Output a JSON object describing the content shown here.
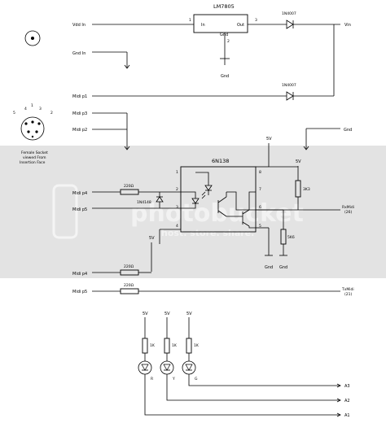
{
  "regulator": {
    "part": "LM7805",
    "pin_in": "In",
    "pin_out": "Out",
    "pin_gnd": "Gnd",
    "pin1": "1",
    "pin2": "2",
    "pin3": "3"
  },
  "power": {
    "vdd_in": "Vdd In",
    "gnd_in": "Gnd In",
    "gnd": "Gnd",
    "vin": "Vin"
  },
  "diodes": {
    "d1": "1N4007",
    "d2": "1N4007",
    "d3": "1N4148"
  },
  "midi_pins": {
    "p1": "Midi p1",
    "p2": "Midi p2",
    "p3": "Midi p3",
    "p4": "Midi p4",
    "p5": "Midi p5"
  },
  "socket": {
    "line1": "Female Socket",
    "line2": "viewed From",
    "line3": "Insertion Face",
    "pin_labels": [
      "5",
      "4",
      "3",
      "2",
      "1"
    ]
  },
  "optocoupler": {
    "part": "6N138",
    "pins": [
      "1",
      "2",
      "3",
      "4",
      "5",
      "6",
      "7",
      "8"
    ]
  },
  "resistors": {
    "r220a": "220Ω",
    "r220b": "220Ω",
    "r220c": "220Ω",
    "r3k3": "3K3",
    "r5k6": "5K6",
    "r1k_a": "1K",
    "r1k_b": "1K",
    "r1k_c": "1K"
  },
  "voltages": {
    "v5": "5V"
  },
  "signals": {
    "rx_line1": "RxMidi",
    "rx_line2": "(26)",
    "tx_line1": "TxMidi",
    "tx_line2": "(21)",
    "a3": "A3",
    "a2": "A2",
    "a1": "A1"
  },
  "leds": {
    "r": "R",
    "y": "Y",
    "g": "G"
  },
  "watermark": {
    "brand": "photobucket",
    "tagline": "host. store. share."
  },
  "colors": {
    "band": "#e3e3e3",
    "ink": "#000000"
  }
}
